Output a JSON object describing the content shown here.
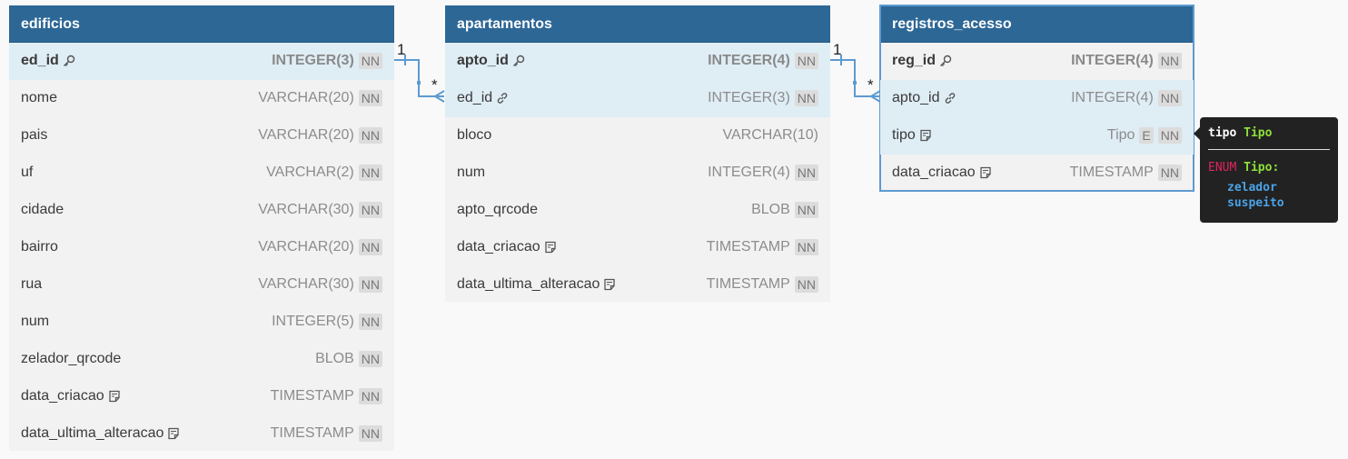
{
  "tables": [
    {
      "name": "edificios",
      "rows": [
        {
          "name": "ed_id",
          "type": "INTEGER(3)",
          "nn": "NN",
          "icon": "key-icon",
          "pk": true
        },
        {
          "name": "nome",
          "type": "VARCHAR(20)",
          "nn": "NN"
        },
        {
          "name": "pais",
          "type": "VARCHAR(20)",
          "nn": "NN"
        },
        {
          "name": "uf",
          "type": "VARCHAR(2)",
          "nn": "NN"
        },
        {
          "name": "cidade",
          "type": "VARCHAR(30)",
          "nn": "NN"
        },
        {
          "name": "bairro",
          "type": "VARCHAR(20)",
          "nn": "NN"
        },
        {
          "name": "rua",
          "type": "VARCHAR(30)",
          "nn": "NN"
        },
        {
          "name": "num",
          "type": "INTEGER(5)",
          "nn": "NN"
        },
        {
          "name": "zelador_qrcode",
          "type": "BLOB",
          "nn": "NN"
        },
        {
          "name": "data_criacao",
          "type": "TIMESTAMP",
          "nn": "NN",
          "icon": "note-icon"
        },
        {
          "name": "data_ultima_alteracao",
          "type": "TIMESTAMP",
          "nn": "NN",
          "icon": "note-icon"
        }
      ]
    },
    {
      "name": "apartamentos",
      "rows": [
        {
          "name": "apto_id",
          "type": "INTEGER(4)",
          "nn": "NN",
          "icon": "key-icon",
          "pk": true
        },
        {
          "name": "ed_id",
          "type": "INTEGER(3)",
          "nn": "NN",
          "icon": "link-icon"
        },
        {
          "name": "bloco",
          "type": "VARCHAR(10)",
          "nn": ""
        },
        {
          "name": "num",
          "type": "INTEGER(4)",
          "nn": "NN"
        },
        {
          "name": "apto_qrcode",
          "type": "BLOB",
          "nn": "NN"
        },
        {
          "name": "data_criacao",
          "type": "TIMESTAMP",
          "nn": "NN",
          "icon": "note-icon"
        },
        {
          "name": "data_ultima_alteracao",
          "type": "TIMESTAMP",
          "nn": "NN",
          "icon": "note-icon"
        }
      ]
    },
    {
      "name": "registros_acesso",
      "rows": [
        {
          "name": "reg_id",
          "type": "INTEGER(4)",
          "nn": "NN",
          "icon": "key-icon",
          "pk": true
        },
        {
          "name": "apto_id",
          "type": "INTEGER(4)",
          "nn": "NN",
          "icon": "link-icon"
        },
        {
          "name": "tipo",
          "type": "Tipo",
          "enum_tag": "E",
          "nn": "NN",
          "icon": "note-icon"
        },
        {
          "name": "data_criacao",
          "type": "TIMESTAMP",
          "nn": "NN",
          "icon": "note-icon"
        }
      ]
    }
  ],
  "relationships": [
    {
      "from": "edificios.ed_id",
      "to": "apartamentos.ed_id",
      "from_card": "1",
      "to_card": "*"
    },
    {
      "from": "apartamentos.apto_id",
      "to": "registros_acesso.apto_id",
      "from_card": "1",
      "to_card": "*"
    }
  ],
  "tooltip": {
    "field": "tipo",
    "type": "Tipo",
    "enum_keyword": "ENUM",
    "enum_name": "Tipo:",
    "values": [
      "zelador",
      "suspeito"
    ]
  }
}
